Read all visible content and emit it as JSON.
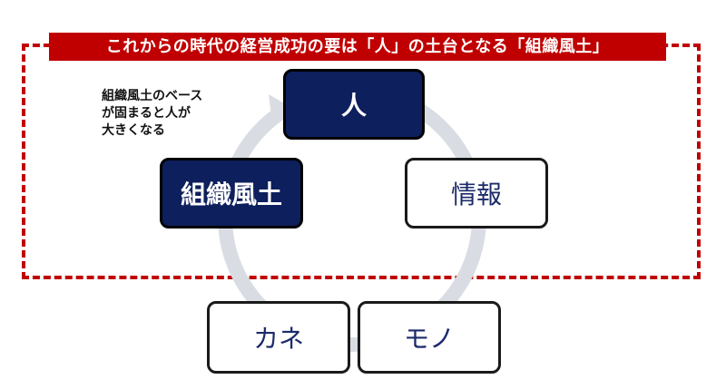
{
  "title": "これからの時代の経営成功の要は「人」の土台となる「組織風土」",
  "note": {
    "lines": [
      "組織風土のベース",
      "が固まると人が",
      "大きくなる"
    ]
  },
  "nodes": {
    "hito": "人",
    "soshiki_fudo": "組織風土",
    "joho": "情報",
    "kane": "カネ",
    "mono": "モノ"
  },
  "colors": {
    "accent_red": "#c00000",
    "navy": "#0d1f5c",
    "cycle_gray": "#d9dde3"
  }
}
